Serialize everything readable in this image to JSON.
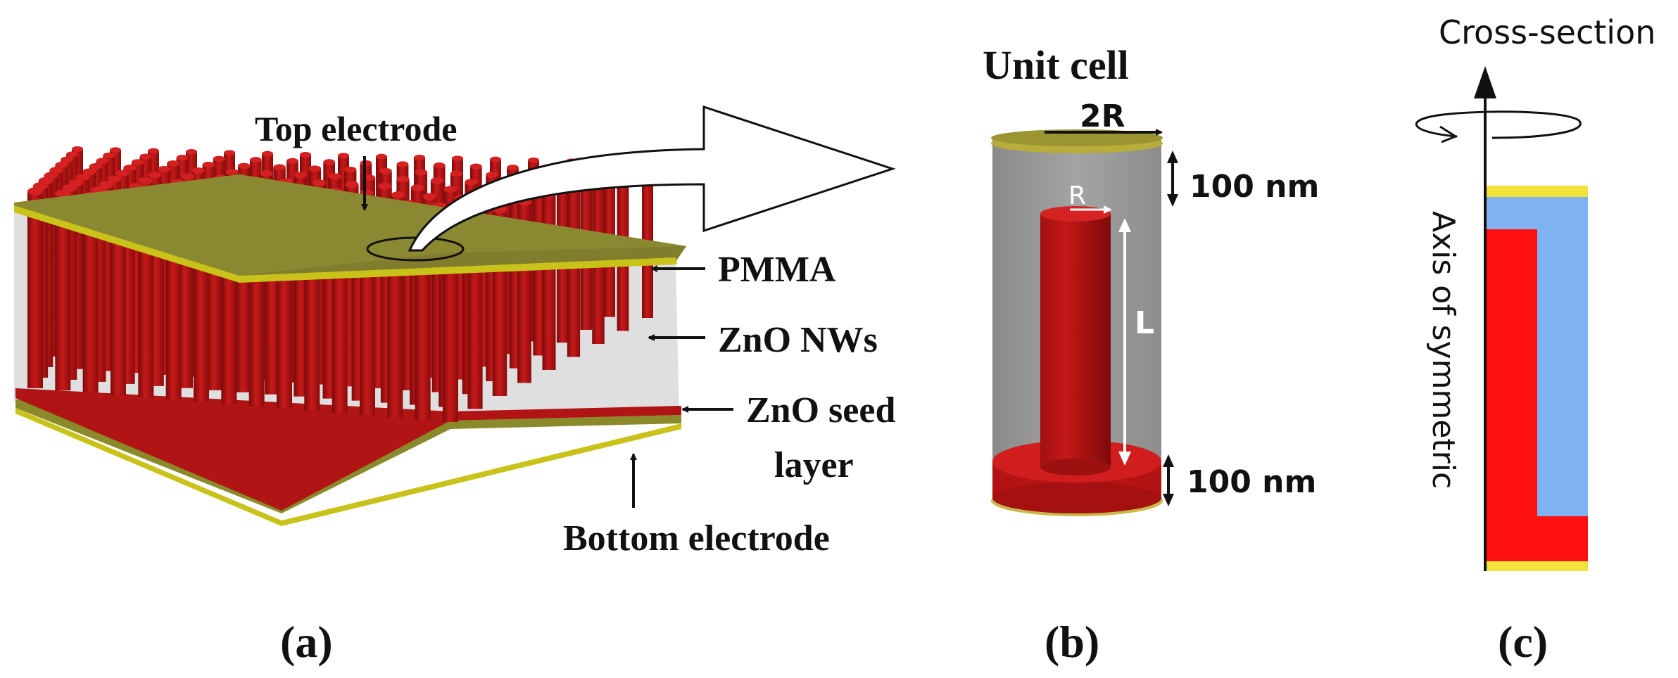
{
  "panel_a": {
    "labels": {
      "top_electrode": "Top electrode",
      "pmma": "PMMA",
      "zno_nws": "ZnO NWs",
      "zno_seed_line1": "ZnO seed",
      "zno_seed_line2": "layer",
      "bottom_electrode": "Bottom electrode"
    },
    "caption": "(a)"
  },
  "panel_b": {
    "title": "Unit cell",
    "dim_2r": "2R",
    "dim_r": "R",
    "dim_l": "L",
    "dim_top_gap": "100 nm",
    "dim_seed": "100 nm",
    "caption": "(b)"
  },
  "panel_c": {
    "title": "Cross-section",
    "axis_label": "Axis of symmetric",
    "caption": "(c)"
  },
  "colors": {
    "electrode": "#8a8a2a",
    "electrode_edge": "#c9c21a",
    "nanowire": "#c01616",
    "pmma": "#d7d7d7",
    "cs_gold": "#f2e23a",
    "cs_blue": "#7fb2f0",
    "cs_red": "#ff1010"
  }
}
